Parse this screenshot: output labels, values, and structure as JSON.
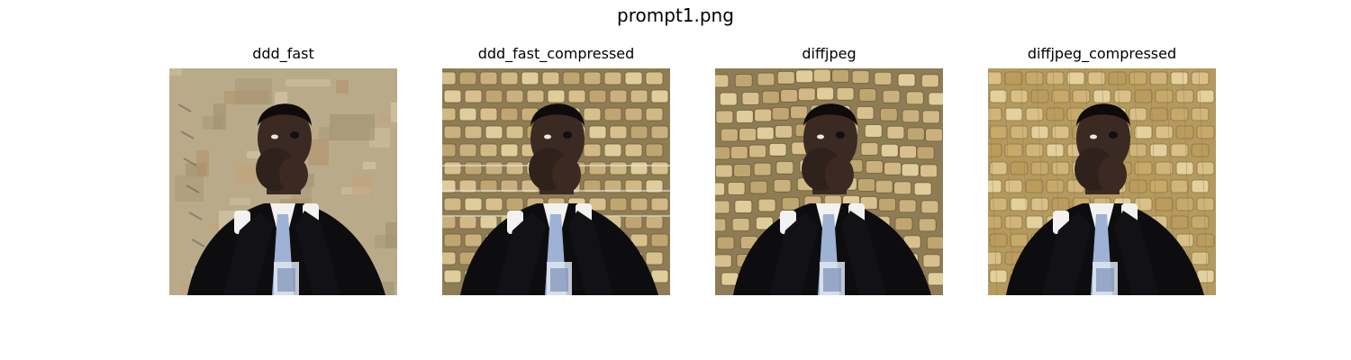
{
  "figure": {
    "title": "prompt1.png"
  },
  "panels": [
    {
      "title": "ddd_fast",
      "background": "fresco-wall"
    },
    {
      "title": "ddd_fast_compressed",
      "background": "stadium-seats"
    },
    {
      "title": "diffjpeg",
      "background": "warped-stadium-seats"
    },
    {
      "title": "diffjpeg_compressed",
      "background": "textured-grid"
    }
  ],
  "colors": {
    "fresco": "#b9ab8a",
    "seat": "#c9b07c",
    "suit": "#0d0d10",
    "skin": "#3a2a22",
    "tie": "#9eb2d6",
    "shirt": "#f2f2f0"
  }
}
